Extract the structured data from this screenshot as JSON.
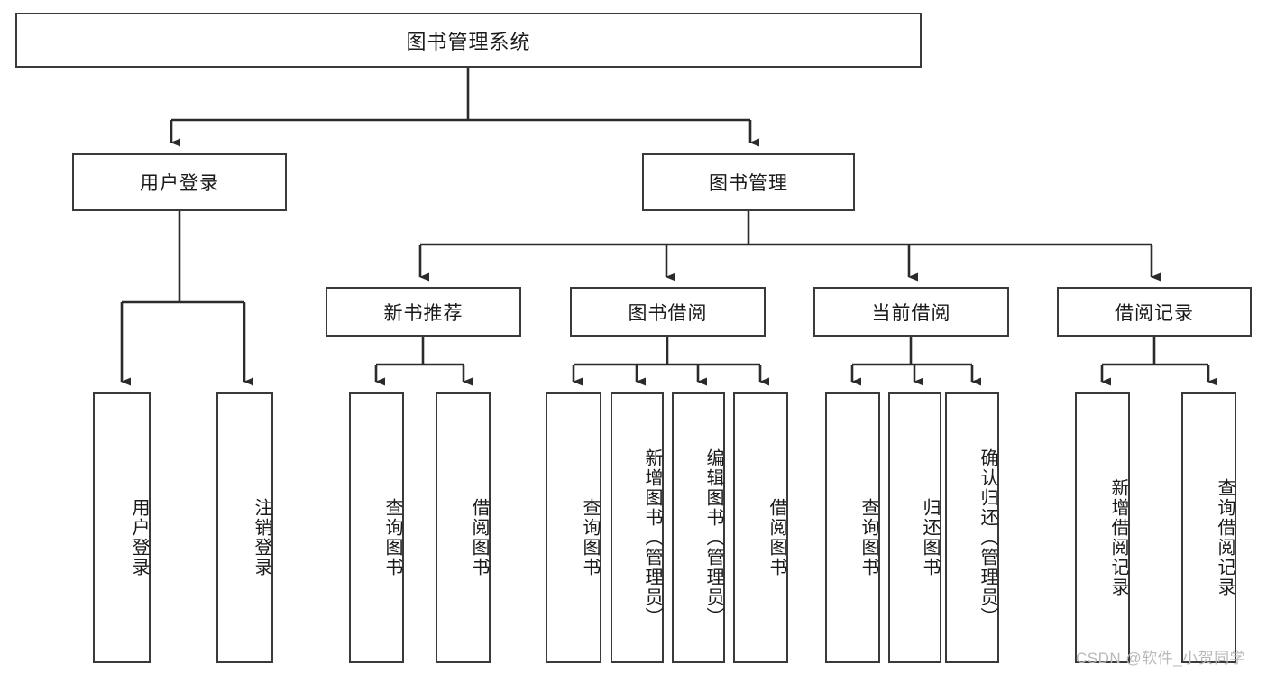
{
  "diagram": {
    "type": "tree-hierarchy",
    "title": "图书管理系统",
    "root": {
      "id": "root",
      "label": "图书管理系统"
    },
    "level1": [
      {
        "id": "user-login",
        "label": "用户登录"
      },
      {
        "id": "book-manage",
        "label": "图书管理"
      }
    ],
    "level2": [
      {
        "id": "new-book-recommend",
        "label": "新书推荐",
        "parent": "book-manage"
      },
      {
        "id": "book-borrow",
        "label": "图书借阅",
        "parent": "book-manage"
      },
      {
        "id": "current-borrow",
        "label": "当前借阅",
        "parent": "book-manage"
      },
      {
        "id": "borrow-record",
        "label": "借阅记录",
        "parent": "book-manage"
      }
    ],
    "leaves": [
      {
        "id": "leaf-user-login",
        "label": "用户登录",
        "parent": "user-login"
      },
      {
        "id": "leaf-logout",
        "label": "注销登录",
        "parent": "user-login"
      },
      {
        "id": "leaf-query-book-1",
        "label": "查询图书",
        "parent": "new-book-recommend"
      },
      {
        "id": "leaf-borrow-book-1",
        "label": "借阅图书",
        "parent": "new-book-recommend"
      },
      {
        "id": "leaf-query-book-2",
        "label": "查询图书",
        "parent": "book-borrow"
      },
      {
        "id": "leaf-add-book",
        "label": "新增图书（管理员）",
        "parent": "book-borrow"
      },
      {
        "id": "leaf-edit-book",
        "label": "编辑图书（管理员）",
        "parent": "book-borrow"
      },
      {
        "id": "leaf-borrow-book-2",
        "label": "借阅图书",
        "parent": "book-borrow"
      },
      {
        "id": "leaf-query-book-3",
        "label": "查询图书",
        "parent": "current-borrow"
      },
      {
        "id": "leaf-return-book",
        "label": "归还图书",
        "parent": "current-borrow"
      },
      {
        "id": "leaf-confirm-return",
        "label": "确认归还（管理员）",
        "parent": "current-borrow"
      },
      {
        "id": "leaf-add-record",
        "label": "新增借阅记录",
        "parent": "borrow-record"
      },
      {
        "id": "leaf-query-record",
        "label": "查询借阅记录",
        "parent": "borrow-record"
      }
    ],
    "colors": {
      "box_border": "#3a3a3a",
      "connector": "#2b2b2b",
      "background": "#ffffff",
      "text": "#1a1a1a",
      "watermark": "#b9b9b9"
    }
  },
  "watermark": {
    "text": "CSDN @软件_小贺同学"
  }
}
